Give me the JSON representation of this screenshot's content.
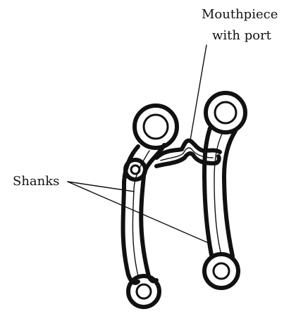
{
  "labels": {
    "mouthpiece_line1": "Mouthpiece",
    "mouthpiece_line2": "with port",
    "shanks": "Shanks"
  },
  "colors": {
    "ink": "#111111",
    "background": "#ffffff"
  }
}
